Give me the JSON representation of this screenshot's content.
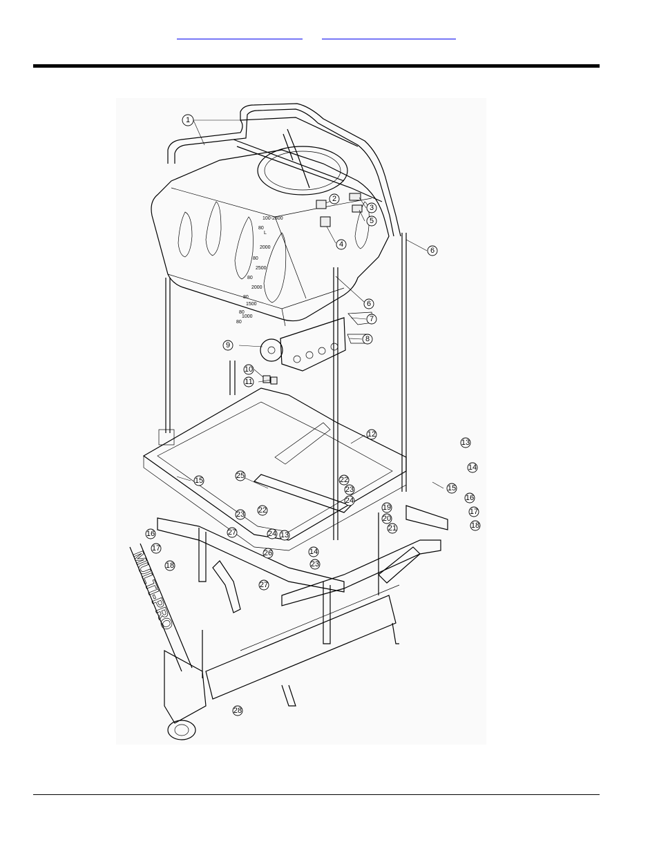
{
  "header": {
    "link_1": "",
    "link_2": ""
  },
  "drawing": {
    "tank_scale_labels": [
      "100-2800",
      "80",
      "L",
      "2000",
      "80",
      "2500",
      "80",
      "2000",
      "80",
      "1500",
      "80",
      "1000",
      "80"
    ],
    "frame_text": "MULTI-PRO",
    "callouts": [
      {
        "id": "c1",
        "label": "1"
      },
      {
        "id": "c2",
        "label": "2"
      },
      {
        "id": "c3",
        "label": "3"
      },
      {
        "id": "c4",
        "label": "4"
      },
      {
        "id": "c5",
        "label": "5"
      },
      {
        "id": "c6a",
        "label": "6"
      },
      {
        "id": "c6b",
        "label": "6"
      },
      {
        "id": "c7",
        "label": "7"
      },
      {
        "id": "c8",
        "label": "8"
      },
      {
        "id": "c9",
        "label": "9"
      },
      {
        "id": "c10",
        "label": "10"
      },
      {
        "id": "c11",
        "label": "11"
      },
      {
        "id": "c12",
        "label": "12"
      },
      {
        "id": "c13a",
        "label": "13"
      },
      {
        "id": "c14a",
        "label": "14"
      },
      {
        "id": "c15a",
        "label": "15"
      },
      {
        "id": "c15b",
        "label": "15"
      },
      {
        "id": "c16a",
        "label": "16"
      },
      {
        "id": "c17a",
        "label": "17"
      },
      {
        "id": "c18a",
        "label": "18"
      },
      {
        "id": "c16b",
        "label": "16"
      },
      {
        "id": "c17b",
        "label": "17"
      },
      {
        "id": "c18b",
        "label": "18"
      },
      {
        "id": "c19",
        "label": "19"
      },
      {
        "id": "c20",
        "label": "20"
      },
      {
        "id": "c21",
        "label": "21"
      },
      {
        "id": "c22a",
        "label": "22"
      },
      {
        "id": "c23a",
        "label": "23"
      },
      {
        "id": "c24a",
        "label": "24"
      },
      {
        "id": "c22b",
        "label": "22"
      },
      {
        "id": "c23b",
        "label": "23"
      },
      {
        "id": "c24b",
        "label": "24"
      },
      {
        "id": "c25",
        "label": "25"
      },
      {
        "id": "c26",
        "label": "26"
      },
      {
        "id": "c27a",
        "label": "27"
      },
      {
        "id": "c27b",
        "label": "27"
      },
      {
        "id": "c13b",
        "label": "13"
      },
      {
        "id": "c14b",
        "label": "14"
      },
      {
        "id": "c23c",
        "label": "23"
      },
      {
        "id": "c28",
        "label": "28"
      }
    ]
  }
}
